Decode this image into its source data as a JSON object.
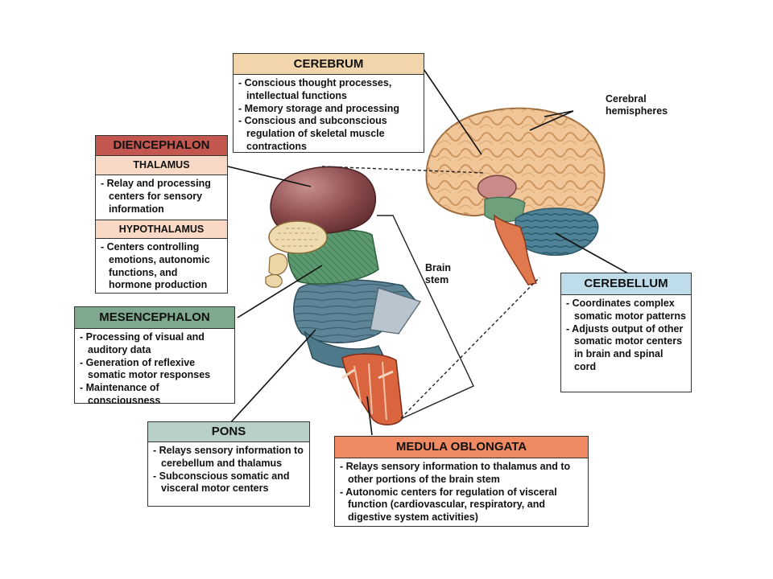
{
  "colors": {
    "cerebrum": "#f2d5ab",
    "diencephalon": "#c3564f",
    "thalamus": "#f9d9c5",
    "hypothalamus": "#f9d9c5",
    "mesencephalon": "#7fa98e",
    "pons": "#b9cfc9",
    "medulla": "#ef8a62",
    "cerebellum": "#bfdcea"
  },
  "cerebrum": {
    "title": "CEREBRUM",
    "items": [
      "Conscious thought processes, intellectual functions",
      "Memory storage and processing",
      "Conscious and subconscious regulation of skeletal muscle contractions"
    ]
  },
  "diencephalon": {
    "title": "DIENCEPHALON",
    "thalamus": {
      "title": "THALAMUS",
      "items": [
        "Relay and processing centers for sensory information"
      ]
    },
    "hypothalamus": {
      "title": "HYPOTHALAMUS",
      "items": [
        "Centers controlling emotions, autonomic functions, and hormone production"
      ]
    }
  },
  "mesencephalon": {
    "title": "MESENCEPHALON",
    "items": [
      "Processing of visual and auditory data",
      "Generation of reflexive somatic motor responses",
      "Maintenance of consciousness"
    ]
  },
  "pons": {
    "title": "PONS",
    "items": [
      "Relays sensory information to cerebellum and thalamus",
      "Subconscious somatic and visceral motor centers"
    ]
  },
  "medulla": {
    "title": "MEDULA OBLONGATA",
    "items": [
      "Relays sensory information to thalamus and to other portions of the brain stem",
      "Autonomic centers for regulation of visceral function (cardiovascular, respiratory, and digestive system activities)"
    ]
  },
  "cerebellum": {
    "title": "CEREBELLUM",
    "items": [
      "Coordinates complex somatic motor patterns",
      "Adjusts output of other somatic motor centers in brain and spinal cord"
    ]
  },
  "labels": {
    "cerebral_hemispheres": "Cerebral hemispheres",
    "brain_stem": "Brain stem"
  }
}
